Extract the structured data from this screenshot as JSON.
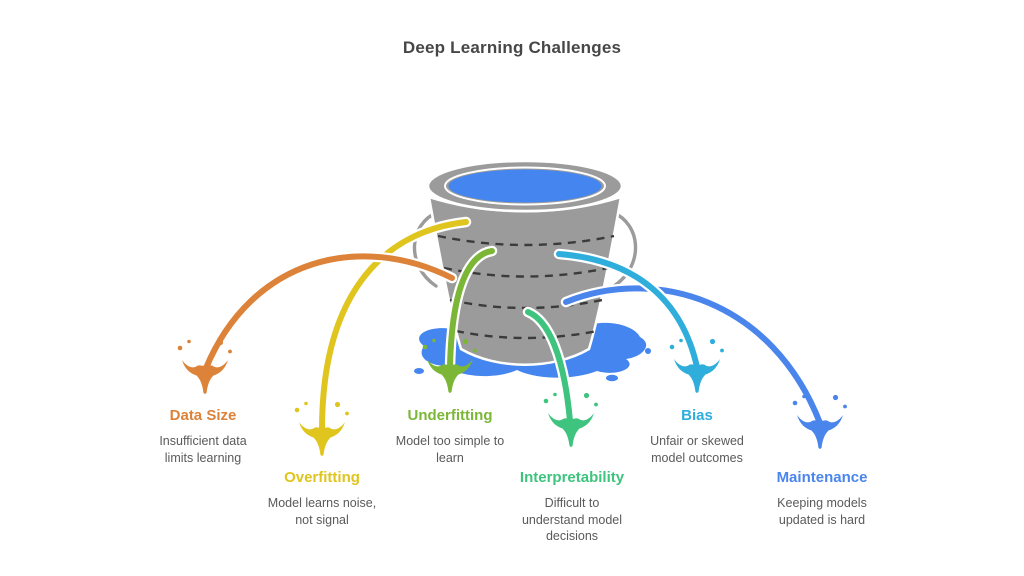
{
  "title": "Deep Learning Challenges",
  "bucket": {
    "name": "leaky water bucket",
    "body_color": "#9B9B9B",
    "outline_color": "#FFFFFF",
    "water_color": "#4485F0",
    "hoop_dash_color": "#3B3B3B"
  },
  "challenges": [
    {
      "id": "data-size",
      "label": "Data Size",
      "description": "Insufficient data\nlimits learning",
      "color": "#DC8239"
    },
    {
      "id": "overfitting",
      "label": "Overfitting",
      "description": "Model learns noise,\nnot signal",
      "color": "#DFC51E"
    },
    {
      "id": "underfitting",
      "label": "Underfitting",
      "description": "Model too simple to\nlearn",
      "color": "#7CB636"
    },
    {
      "id": "interpretability",
      "label": "Interpretability",
      "description": "Difficult to\nunderstand model\ndecisions",
      "color": "#3EC47E"
    },
    {
      "id": "bias",
      "label": "Bias",
      "description": "Unfair or skewed\nmodel outcomes",
      "color": "#2FAEDC"
    },
    {
      "id": "maintenance",
      "label": "Maintenance",
      "description": "Keeping models\nupdated is hard",
      "color": "#4A85EC"
    }
  ],
  "text_colors": {
    "title": "#474747",
    "description": "#5A5A5A"
  }
}
